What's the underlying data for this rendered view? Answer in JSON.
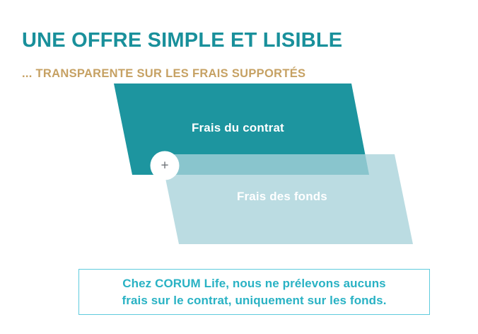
{
  "header": {
    "title": "UNE OFFRE SIMPLE ET LISIBLE",
    "subtitle": "... TRANSPARENTE SUR LES FRAIS SUPPORTÉS"
  },
  "diagram": {
    "contract_shape": {
      "label": "Frais du contrat",
      "fill": "#1d959f",
      "text_color": "#ffffff"
    },
    "funds_shape": {
      "label": "Frais des fonds",
      "fill": "#a8d2da",
      "text_color": "#ffffff"
    },
    "overlap": {
      "fill": "#93ccd4"
    },
    "operator": {
      "symbol": "+",
      "badge_fill": "#ffffff",
      "symbol_color": "#6f7478"
    }
  },
  "callout": {
    "line1": "Chez CORUM Life, nous ne prélevons aucuns",
    "line2": "frais sur le contrat, uniquement sur les fonds.",
    "border_color": "#5fcbdd",
    "text_color": "#29b2c4"
  },
  "colors": {
    "title": "#19909b",
    "subtitle": "#c6a163",
    "background": "#ffffff"
  }
}
